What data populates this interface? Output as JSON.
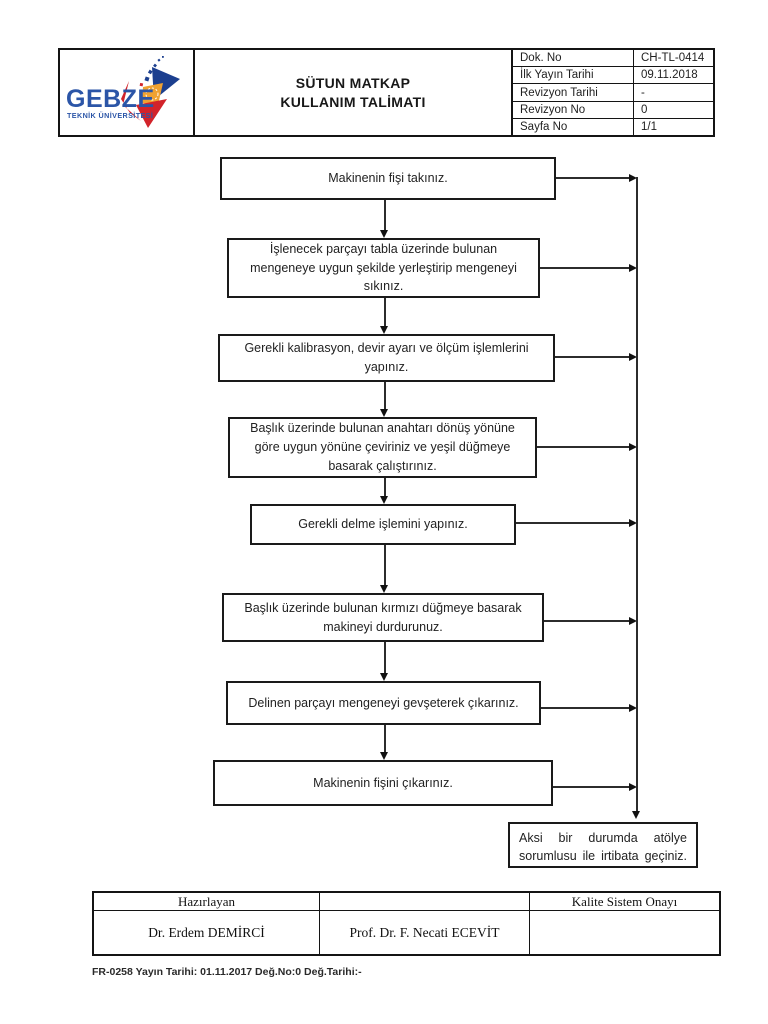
{
  "document": {
    "title_line1": "SÜTUN MATKAP",
    "title_line2": "KULLANIM TALİMATI"
  },
  "header": {
    "logo": {
      "name": "GEBZE",
      "subtitle": "TEKNİK ÜNİVERSİTESİ",
      "brand_blue": "#2b55a7",
      "brand_navy": "#1c3f8f",
      "brand_red": "#d2232a",
      "brand_orange": "#f0a231"
    },
    "info": [
      {
        "label": "Dok. No",
        "value": "CH-TL-0414"
      },
      {
        "label": "İlk Yayın Tarihi",
        "value": "09.11.2018"
      },
      {
        "label": "Revizyon Tarihi",
        "value": "-"
      },
      {
        "label": "Revizyon No",
        "value": "0"
      },
      {
        "label": "Sayfa No",
        "value": "1/1"
      }
    ]
  },
  "flowchart": {
    "steps": [
      {
        "text": "Makinenin fişi takınız."
      },
      {
        "text": "İşlenecek parçayı tabla üzerinde bulunan mengeneye uygun şekilde yerleştirip mengeneyi sıkınız."
      },
      {
        "text": "Gerekli kalibrasyon, devir ayarı ve ölçüm işlemlerini yapınız."
      },
      {
        "text": "Başlık üzerinde bulunan anahtarı dönüş yönüne göre uygun yönüne çeviriniz ve yeşil düğmeye basarak çalıştırınız."
      },
      {
        "text": "Gerekli delme işlemini yapınız."
      },
      {
        "text": "Başlık üzerinde bulunan kırmızı düğmeye basarak makineyi durdurunuz."
      },
      {
        "text": "Delinen parçayı mengeneyi gevşeterek çıkarınız."
      },
      {
        "text": "Makinenin fişini çıkarınız."
      }
    ],
    "exception": {
      "text": "Aksi bir durumda atölye sorumlusu ile irtibata geçiniz."
    }
  },
  "approval": {
    "header": [
      "Hazırlayan",
      "",
      "Kalite Sistem Onayı"
    ],
    "row": [
      "Dr. Erdem DEMİRCİ",
      "Prof. Dr. F. Necati ECEVİT",
      ""
    ]
  },
  "footer": {
    "text": "FR-0258 Yayın Tarihi: 01.11.2017 Değ.No:0 Değ.Tarihi:-"
  }
}
